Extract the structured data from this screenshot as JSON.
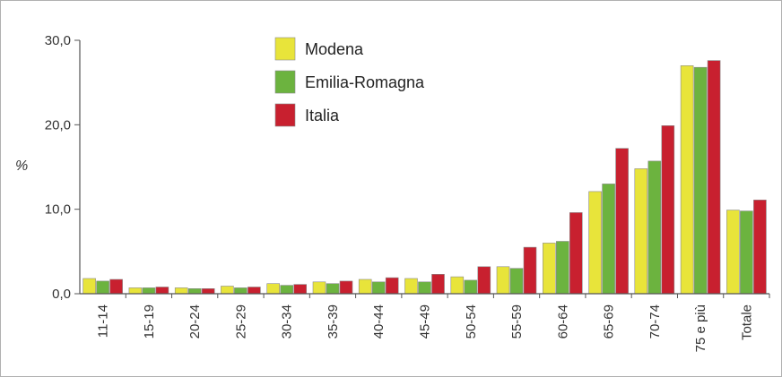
{
  "chart_data": {
    "type": "bar",
    "categories": [
      "11-14",
      "15-19",
      "20-24",
      "25-29",
      "30-34",
      "35-39",
      "40-44",
      "45-49",
      "50-54",
      "55-59",
      "60-64",
      "65-69",
      "70-74",
      "75 e più",
      "Totale"
    ],
    "series": [
      {
        "name": "Modena",
        "color": "#e8e43a",
        "values": [
          1.8,
          0.7,
          0.7,
          0.9,
          1.2,
          1.4,
          1.7,
          1.8,
          2.0,
          3.2,
          6.0,
          12.1,
          14.8,
          27.0,
          9.9
        ]
      },
      {
        "name": "Emilia-Romagna",
        "color": "#6cb33f",
        "values": [
          1.5,
          0.7,
          0.6,
          0.7,
          1.0,
          1.2,
          1.4,
          1.4,
          1.6,
          3.0,
          6.2,
          13.0,
          15.7,
          26.8,
          9.8
        ]
      },
      {
        "name": "Italia",
        "color": "#c8202f",
        "values": [
          1.7,
          0.8,
          0.6,
          0.8,
          1.1,
          1.5,
          1.9,
          2.3,
          3.2,
          5.5,
          9.6,
          17.2,
          19.9,
          27.6,
          11.1
        ]
      }
    ],
    "ylabel": "%",
    "ylim": [
      0,
      30
    ],
    "yticks": [
      0,
      10,
      20,
      30
    ],
    "ytick_labels": [
      "0,0",
      "10,0",
      "20,0",
      "30,0"
    ],
    "grid": false,
    "legend_position": "top-center"
  }
}
